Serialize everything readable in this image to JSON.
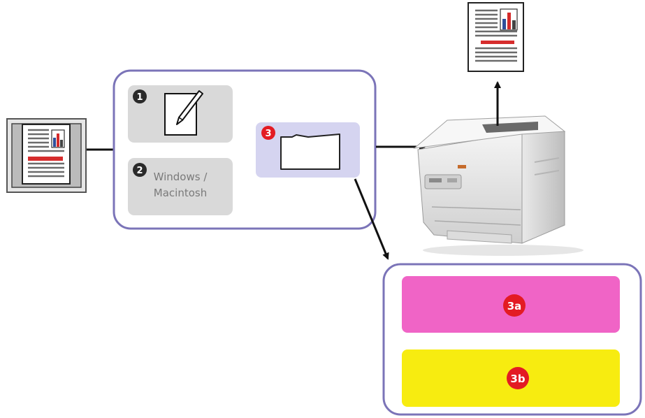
{
  "steps": {
    "one": {
      "badge": "1"
    },
    "two": {
      "badge": "2",
      "label_line1": "Windows /",
      "label_line2": "Macintosh"
    },
    "three": {
      "badge": "3"
    },
    "three_a": {
      "badge": "3a"
    },
    "three_b": {
      "badge": "3b"
    }
  },
  "colors": {
    "group_border": "#7b74b8",
    "step_box_gray": "#d9d9d9",
    "step_box_lavender": "#d5d4f0",
    "magenta_bar": "#f064c6",
    "yellow_bar": "#f7ec10",
    "badge_dark": "#2a2a2a",
    "badge_red": "#e31b23",
    "arrow": "#111111"
  },
  "icons": [
    "source-document-icon",
    "pencil-page-icon",
    "folder-icon",
    "printer-icon",
    "printed-page-icon"
  ]
}
